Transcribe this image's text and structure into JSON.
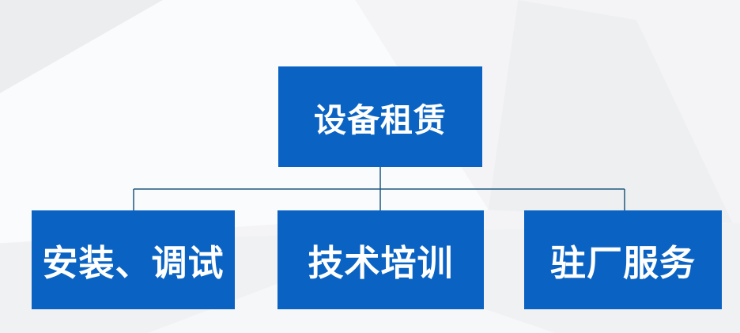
{
  "diagram": {
    "type": "org-chart",
    "root": {
      "label": "设备租赁"
    },
    "children": [
      {
        "label": "安装、调试"
      },
      {
        "label": "技术培训"
      },
      {
        "label": "驻厂服务"
      }
    ]
  },
  "colors": {
    "box_fill": "#0a63c3",
    "box_text": "#ffffff",
    "connector": "#1e587e",
    "background": "#f4f4f6"
  }
}
